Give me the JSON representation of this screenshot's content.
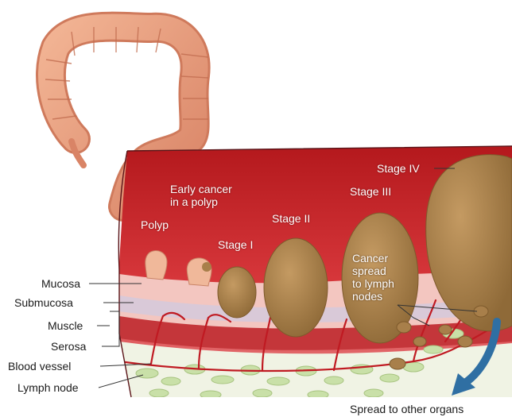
{
  "stage_labels": {
    "polyp": "Polyp",
    "early_cancer": [
      "Early cancer",
      "in a polyp"
    ],
    "stage_1": "Stage I",
    "stage_2": "Stage II",
    "stage_3": "Stage III",
    "stage_4": "Stage IV",
    "lymph_spread": [
      "Cancer",
      "spread",
      "to lymph",
      "nodes"
    ]
  },
  "layer_labels": {
    "mucosa": "Mucosa",
    "submucosa": "Submucosa",
    "muscle": "Muscle",
    "serosa": "Serosa",
    "blood_vessel": "Blood vessel",
    "lymph_node": "Lymph node"
  },
  "spread_label": "Spread to other organs",
  "colors": {
    "colon": "#e8a080",
    "tissue_red": "#c8262a",
    "tumor": "#a87f4a",
    "lymph": "#c9e0a8",
    "arrow": "#2f6fa3"
  }
}
